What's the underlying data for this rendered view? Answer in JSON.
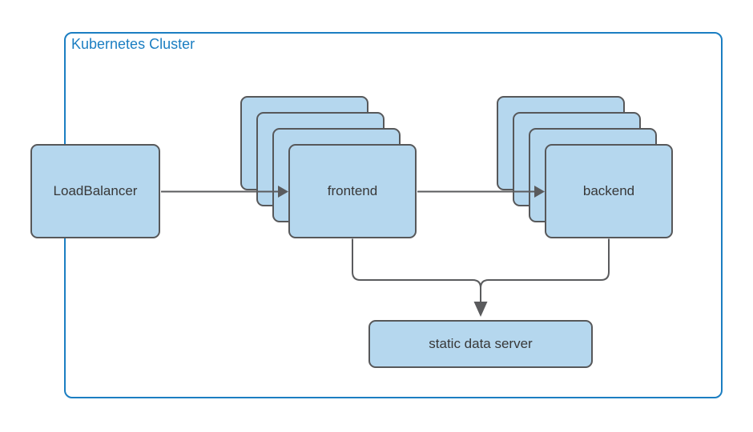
{
  "diagram": {
    "type": "architecture-diagram",
    "cluster": {
      "label": "Kubernetes Cluster"
    },
    "nodes": [
      {
        "id": "load_balancer",
        "label": "LoadBalancer",
        "instances": 1
      },
      {
        "id": "frontend",
        "label": "frontend",
        "instances": 4
      },
      {
        "id": "backend",
        "label": "backend",
        "instances": 4
      },
      {
        "id": "static_data_server",
        "label": "static data server",
        "instances": 1
      }
    ],
    "edges": [
      {
        "from": "load_balancer",
        "to": "frontend",
        "arrow": true
      },
      {
        "from": "frontend",
        "to": "backend",
        "arrow": true
      },
      {
        "from": "frontend",
        "to": "static_data_server",
        "arrow": true
      },
      {
        "from": "backend",
        "to": "static_data_server",
        "arrow": true
      }
    ],
    "colors": {
      "cluster_border": "#1b7ec2",
      "cluster_label": "#1b7ec2",
      "node_fill": "#b5d7ee",
      "node_border": "#57585a",
      "connector": "#5a5b5d",
      "label_text": "#383838",
      "background": "#ffffff"
    }
  }
}
